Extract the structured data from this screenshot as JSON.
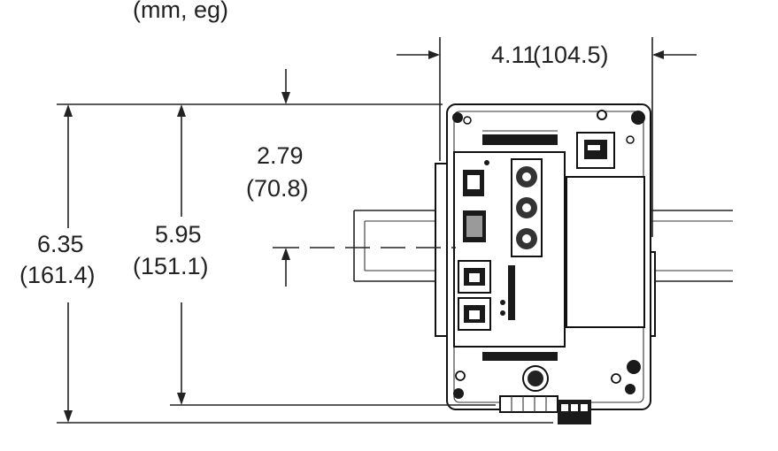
{
  "header": {
    "partial_text": "(mm, eg)"
  },
  "dimensions": {
    "width": {
      "inches": "4.11",
      "mm": "(104.5)"
    },
    "height_total": {
      "inches": "6.35",
      "mm": "(161.4)"
    },
    "height_mount": {
      "inches": "5.95",
      "mm": "(151.1)"
    },
    "rail_offset": {
      "inches": "2.79",
      "mm": "(70.8)"
    }
  },
  "colors": {
    "line": "#222222",
    "background": "#ffffff"
  }
}
